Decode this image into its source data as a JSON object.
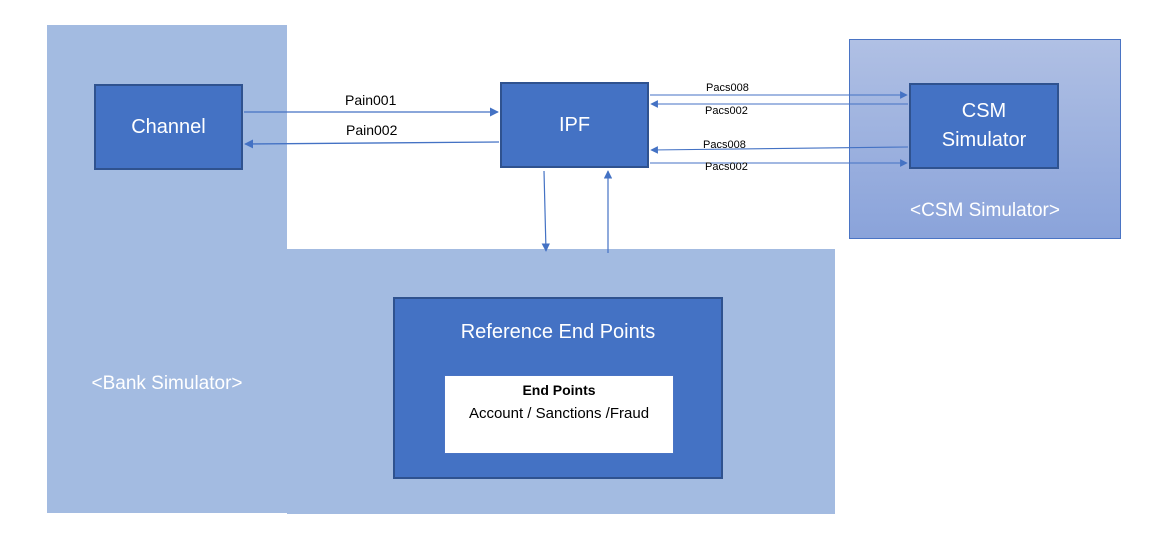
{
  "regions": {
    "bank": "<Bank Simulator>",
    "csm": "<CSM Simulator>"
  },
  "nodes": {
    "channel": "Channel",
    "ipf": "IPF",
    "csm_line1": "CSM",
    "csm_line2": "Simulator",
    "reference": "Reference End Points",
    "endpoints_title": "End Points",
    "endpoints_body": "Account / Sanctions /Fraud"
  },
  "arrows": {
    "pain001": "Pain001",
    "pain002": "Pain002",
    "pacs008_out": "Pacs008",
    "pacs002_in": "Pacs002",
    "pacs008_in": "Pacs008",
    "pacs002_out": "Pacs002"
  },
  "colors": {
    "region_fill": "#a3bbe1",
    "box_fill": "#4472c4",
    "box_border": "#2f528f",
    "arrow": "#4472c4"
  }
}
